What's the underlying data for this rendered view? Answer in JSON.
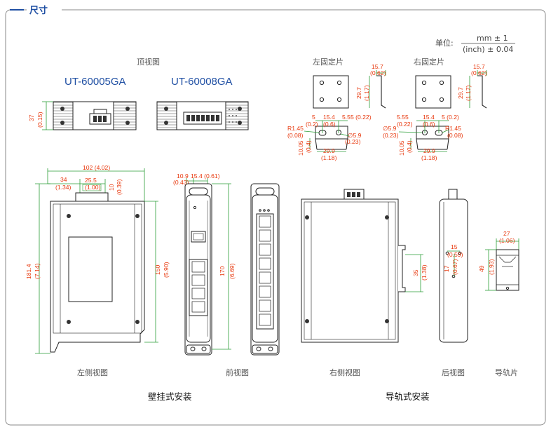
{
  "header": {
    "title": "尺寸"
  },
  "unit_note": {
    "prefix": "单位:",
    "numerator": "mm ± 1",
    "denominator": "(inch) ± 0.04"
  },
  "top_view": {
    "caption": "顶视图",
    "models": [
      "UT-60005GA",
      "UT-60008GA"
    ],
    "height_mm": "37",
    "height_in": "(0.15)"
  },
  "left_bracket": {
    "caption": "左固定片",
    "d1_mm": "15.7",
    "d1_in": "(0.62)",
    "d2_mm": "29.7",
    "d2_in": "(1.17)",
    "h5_mm": "5",
    "h5_in": "(0.2)",
    "h15_mm": "15.4",
    "h15_in": "(0.6)",
    "h555": "5.55 (0.22)",
    "r_mm": "R1.45",
    "r_in": "(0.08)",
    "phi_mm": "∅5.9",
    "phi_in": "(0.23)",
    "v10_mm": "10.05",
    "v10_in": "(0.4)",
    "w_mm": "29.9",
    "w_in": "(1.18)"
  },
  "right_bracket": {
    "caption": "右固定片",
    "d1_mm": "15.7",
    "d1_in": "(0.62)",
    "d2_mm": "29.7",
    "d2_in": "(1.17)",
    "h555_mm": "5.55",
    "h555_in": "(0.22)",
    "h15_mm": "15.4",
    "h15_in": "(0.6)",
    "h5": "5 (0.2)",
    "phi_mm": "∅5.9",
    "phi_in": "(0.23)",
    "r_mm": "R1.45",
    "r_in": "(0.08)",
    "v10_mm": "10.05",
    "v10_in": "(0.4)",
    "w_mm": "29.9",
    "w_in": "(1.18)"
  },
  "left_side_view": {
    "caption": "左侧视图",
    "width": "102 (4.02)",
    "d34_mm": "34",
    "d34_in": "(1.34)",
    "d25_mm": "25.5",
    "d25_in": "(1.00)",
    "d10_mm": "10",
    "d10_in": "(0.39)",
    "h181_mm": "181.4",
    "h181_in": "(7.14)",
    "h150_mm": "150",
    "h150_in": "(5.90)"
  },
  "front_view": {
    "caption": "前视图",
    "d109_mm": "10.9",
    "d109_in": "(0.43)",
    "d154": "15.4 (0.61)",
    "h170_mm": "170",
    "h170_in": "(6.69)"
  },
  "right_side_view": {
    "caption": "右侧视图",
    "d35_mm": "35",
    "d35_in": "(1.38)"
  },
  "rear_view": {
    "caption": "后视图",
    "d15_mm": "15",
    "d15_in": "(0.59)",
    "d17_mm": "17",
    "d17_in": "(0.67)"
  },
  "din_rail": {
    "caption": "导轨片",
    "d27_mm": "27",
    "d27_in": "(1.06)",
    "d49_mm": "49",
    "d49_in": "(1.93)"
  },
  "sections": {
    "wall": "壁挂式安装",
    "rail": "导轨式安装"
  },
  "colors": {
    "heading": "#1f4fa3",
    "dimension_text": "#e8380d",
    "dimension_line": "#2a9d36",
    "frame": "#8a8a8a"
  }
}
